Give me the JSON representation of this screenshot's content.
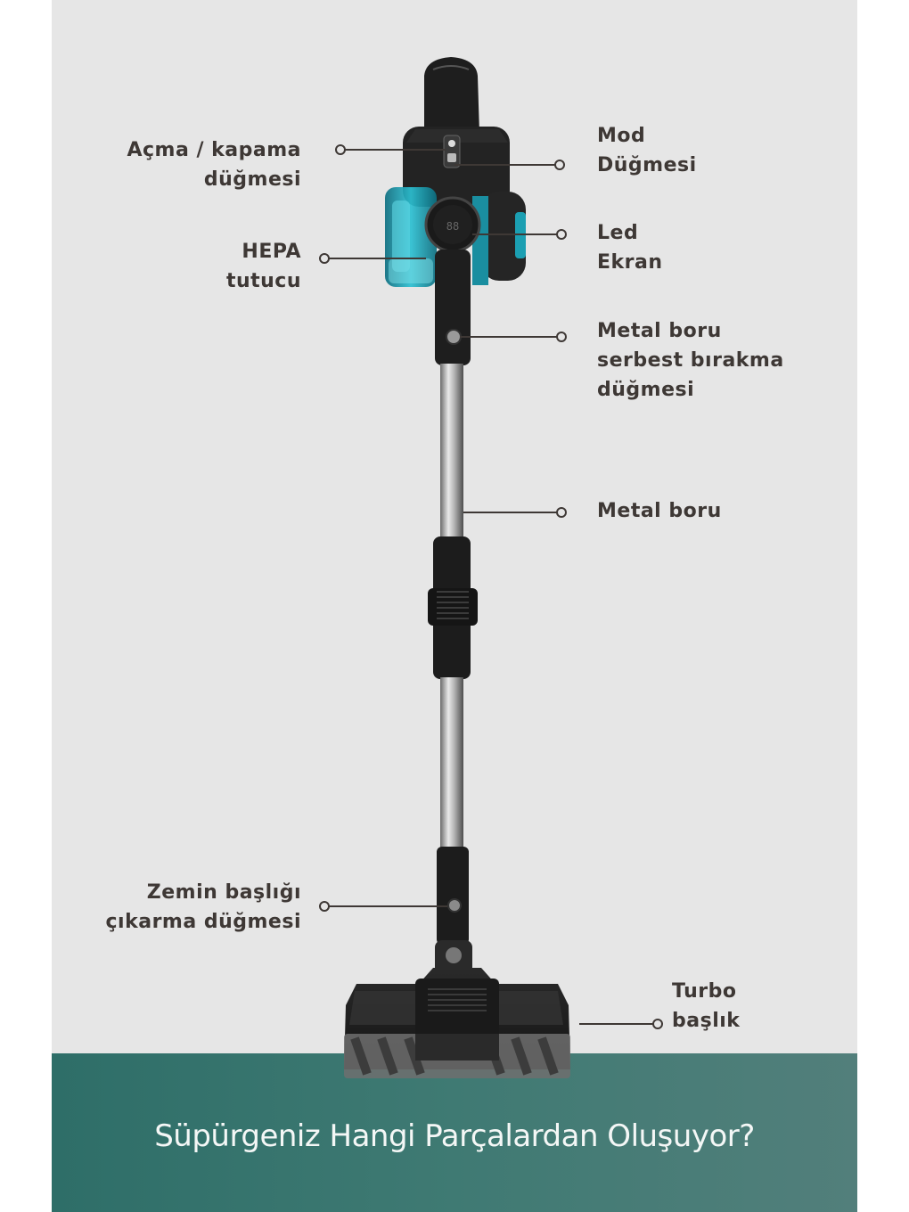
{
  "labels": {
    "power_button": [
      "Açma / kapama",
      "düğmesi"
    ],
    "mode_button": [
      "Mod",
      "Düğmesi"
    ],
    "hepa_holder": [
      "HEPA",
      "tutucu"
    ],
    "led_screen": [
      "Led",
      "Ekran"
    ],
    "tube_release": [
      "Metal boru",
      "serbest bırakma",
      "düğmesi"
    ],
    "metal_tube": [
      "Metal boru"
    ],
    "head_release": [
      "Zemin başlığı",
      "çıkarma düğmesi"
    ],
    "turbo_head": [
      "Turbo",
      "başlık"
    ]
  },
  "footer": {
    "title": "Süpürgeniz Hangi Parçalardan Oluşuyor?"
  },
  "colors": {
    "background": "#e6e6e6",
    "footer": "#3f7a73",
    "label_text": "#3e3835",
    "accent_teal": "#1aa0b4",
    "body_black": "#1c1c1c"
  }
}
